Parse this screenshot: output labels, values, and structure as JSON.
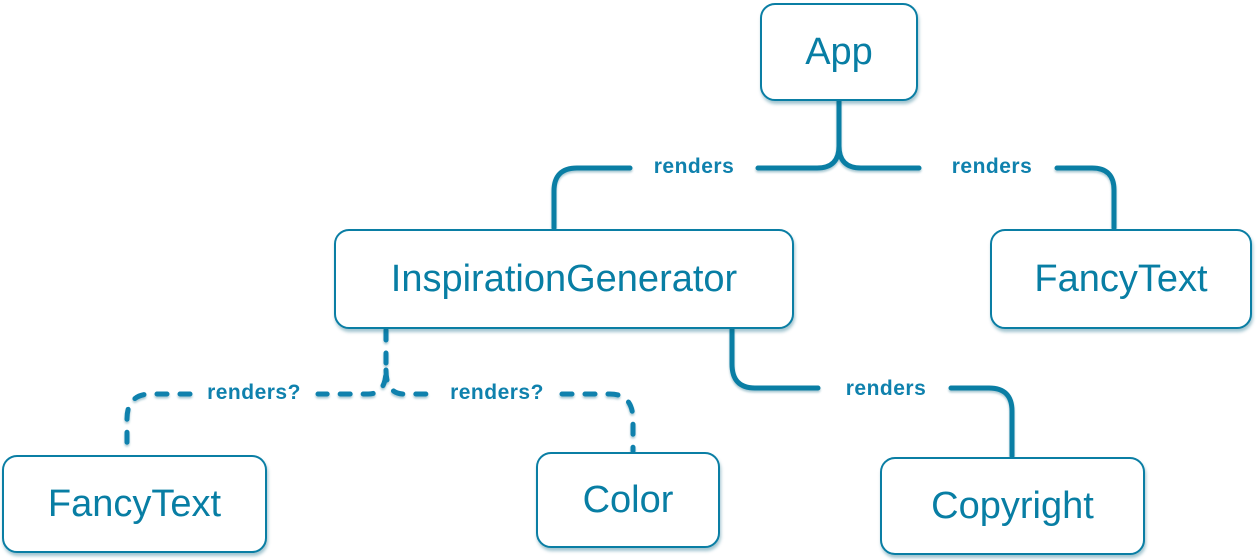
{
  "diagram": {
    "title": "React render tree diagram",
    "colors": {
      "accent": "#0a7ea4",
      "edge_solid": "#0a7ea4",
      "edge_dashed": "#0f81ad",
      "edge_label": "#0f81ad",
      "node_fill": "#ffffff",
      "node_text": "#087ea4",
      "background": "#ffffff"
    },
    "nodes": [
      {
        "id": "app",
        "label": "App"
      },
      {
        "id": "inspiration-generator",
        "label": "InspirationGenerator"
      },
      {
        "id": "fancy-text-top",
        "label": "FancyText"
      },
      {
        "id": "fancy-text-bottom",
        "label": "FancyText"
      },
      {
        "id": "color",
        "label": "Color"
      },
      {
        "id": "copyright",
        "label": "Copyright"
      }
    ],
    "edges": [
      {
        "from": "App",
        "to": "InspirationGenerator",
        "label": "renders",
        "style": "solid"
      },
      {
        "from": "App",
        "to": "FancyText",
        "label": "renders",
        "style": "solid"
      },
      {
        "from": "InspirationGenerator",
        "to": "Copyright",
        "label": "renders",
        "style": "solid"
      },
      {
        "from": "InspirationGenerator",
        "to": "FancyText",
        "label": "renders?",
        "style": "dashed"
      },
      {
        "from": "InspirationGenerator",
        "to": "Color",
        "label": "renders?",
        "style": "dashed"
      }
    ]
  }
}
